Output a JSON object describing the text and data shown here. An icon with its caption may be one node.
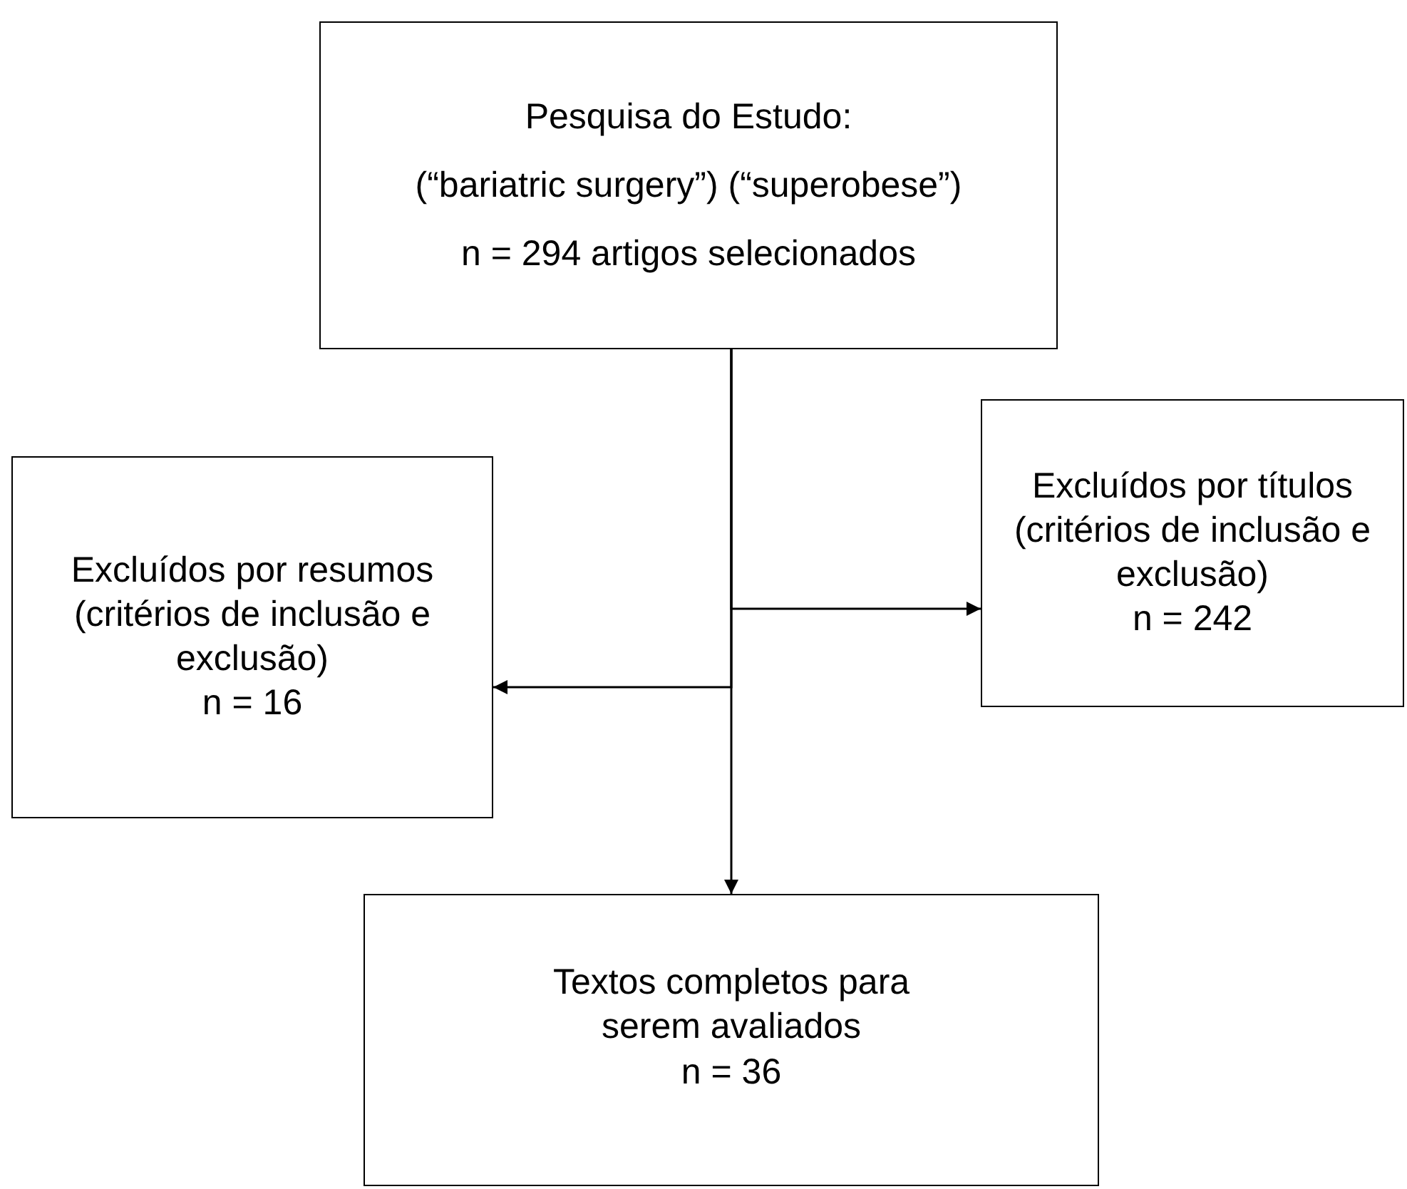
{
  "diagram": {
    "nodes": [
      {
        "text": [
          "Pesquisa do Estudo:",
          "(“bariatric surgery”) (“superobese”)",
          "n = 294 artigos selecionados"
        ]
      },
      {
        "text": [
          "Excluídos por títulos (critérios de inclusão e exclusão)",
          "n = 242"
        ]
      },
      {
        "text": [
          "Excluídos por resumos (critérios de inclusão e exclusão)",
          "n = 16"
        ]
      },
      {
        "text": [
          "Textos completos para serem avaliados",
          "n = 36"
        ]
      }
    ],
    "edges": [
      {
        "from": 0,
        "to": 1,
        "arrow": "to"
      },
      {
        "from": 0,
        "to": 2,
        "arrow": "to"
      },
      {
        "from": 0,
        "to": 3,
        "arrow": "to"
      }
    ]
  }
}
